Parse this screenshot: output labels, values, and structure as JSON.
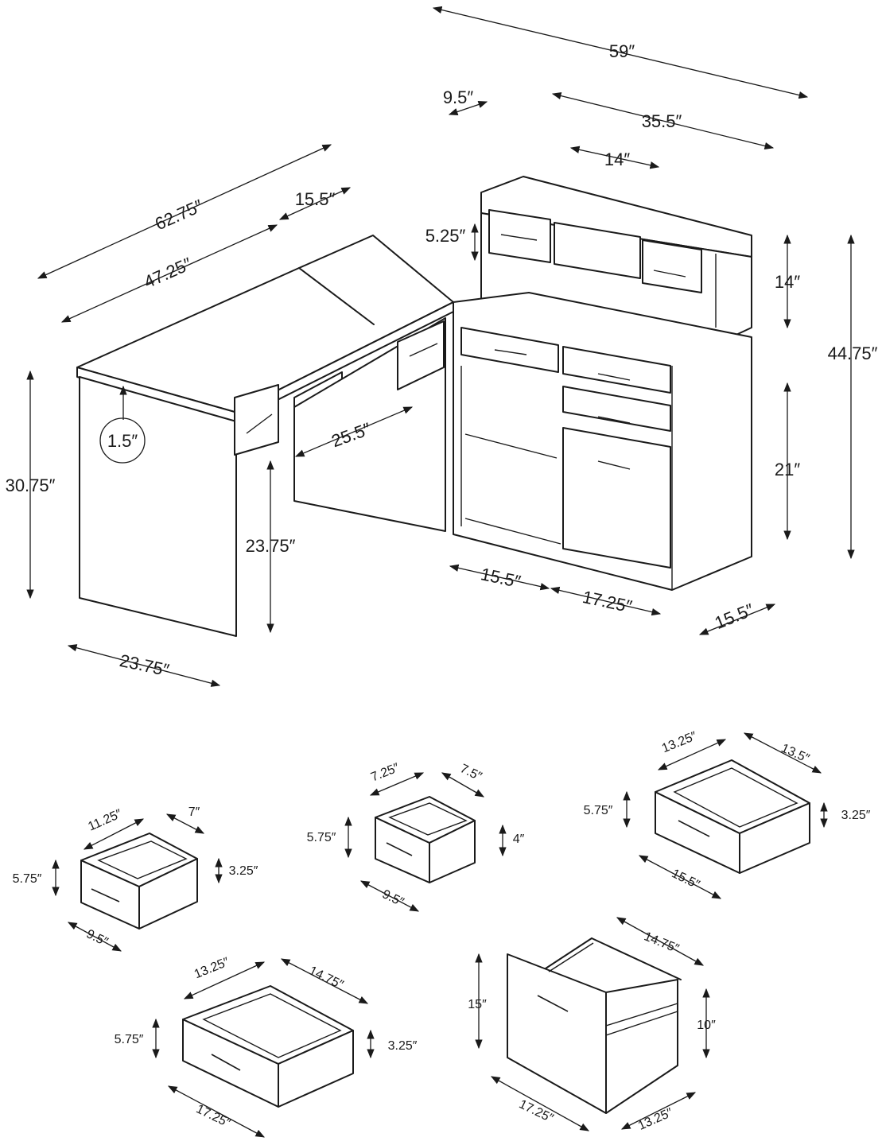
{
  "desk": {
    "total_length_long": "62.75″",
    "desk_length": "47.25″",
    "return_offset": "15.5″",
    "overall_width": "59″",
    "hutch_width": "35.5″",
    "hutch_depth": "9.5″",
    "hutch_shelf_width": "14″",
    "hutch_drawer_height": "5.25″",
    "hutch_height": "14″",
    "overall_height": "44.75″",
    "top_thickness": "1.5″",
    "desk_height": "30.75″",
    "knee_depth": "25.5″",
    "knee_height": "23.75″",
    "desk_depth": "23.75″",
    "cabinet_height": "21″",
    "cabinet_open_width": "15.5″",
    "cabinet_drawer_width": "17.25″",
    "cabinet_depth": "15.5″"
  },
  "drawers": {
    "small": {
      "depth": "11.25″",
      "side": "7″",
      "front_height": "5.75″",
      "box_height": "3.25″",
      "width": "9.5″"
    },
    "mini": {
      "depth": "7.25″",
      "side": "7.5″",
      "front_height": "5.75″",
      "box_height": "4″",
      "width": "9.5″"
    },
    "medium": {
      "depth": "13.25″",
      "side": "13.5″",
      "front_height": "5.75″",
      "box_height": "3.25″",
      "width": "15.5″"
    },
    "large": {
      "depth": "13.25″",
      "side": "14.75″",
      "front_height": "5.75″",
      "box_height": "3.25″",
      "width": "17.25″"
    },
    "file": {
      "side": "14.75″",
      "front_height": "15″",
      "box_height": "10″",
      "width": "17.25″",
      "depth": "13.25″"
    }
  }
}
